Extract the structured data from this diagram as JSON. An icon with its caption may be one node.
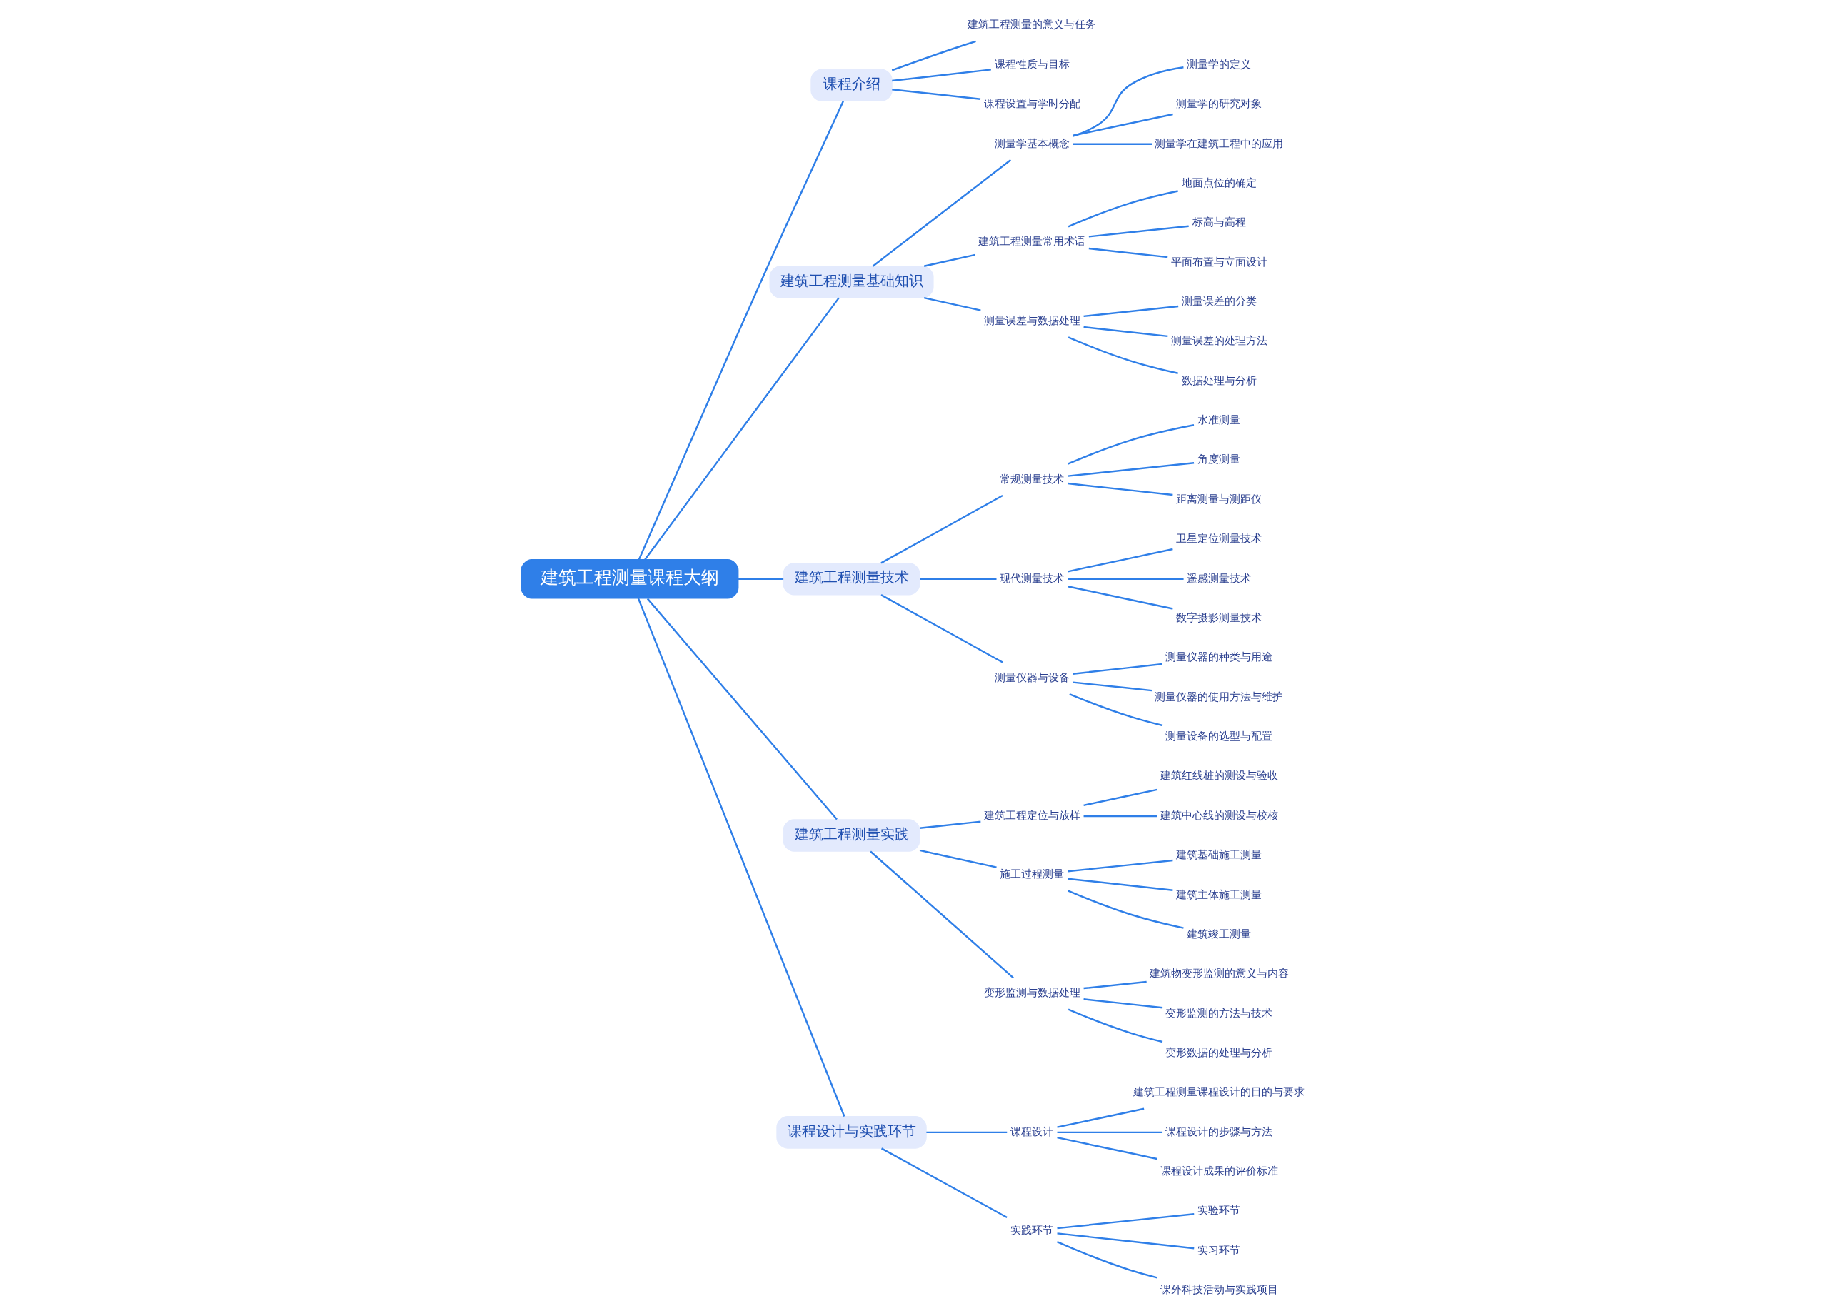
{
  "diagram": {
    "nodes": [
      {
        "text": [
          "建筑工程测量课程大纲"
        ]
      },
      {
        "text": [
          "课程介绍"
        ]
      },
      {
        "text": [
          "建筑工程测量的意义与任务"
        ]
      },
      {
        "text": [
          "课程性质与目标"
        ]
      },
      {
        "text": [
          "课程设置与学时分配"
        ]
      },
      {
        "text": [
          "建筑工程测量基础知识"
        ]
      },
      {
        "text": [
          "测量学基本概念"
        ]
      },
      {
        "text": [
          "测量学的定义"
        ]
      },
      {
        "text": [
          "测量学的研究对象"
        ]
      },
      {
        "text": [
          "测量学在建筑工程中的应用"
        ]
      },
      {
        "text": [
          "建筑工程测量常用术语"
        ]
      },
      {
        "text": [
          "地面点位的确定"
        ]
      },
      {
        "text": [
          "标高与高程"
        ]
      },
      {
        "text": [
          "平面布置与立面设计"
        ]
      },
      {
        "text": [
          "测量误差与数据处理"
        ]
      },
      {
        "text": [
          "测量误差的分类"
        ]
      },
      {
        "text": [
          "测量误差的处理方法"
        ]
      },
      {
        "text": [
          "数据处理与分析"
        ]
      },
      {
        "text": [
          "建筑工程测量技术"
        ]
      },
      {
        "text": [
          "常规测量技术"
        ]
      },
      {
        "text": [
          "水准测量"
        ]
      },
      {
        "text": [
          "角度测量"
        ]
      },
      {
        "text": [
          "距离测量与测距仪"
        ]
      },
      {
        "text": [
          "现代测量技术"
        ]
      },
      {
        "text": [
          "卫星定位测量技术"
        ]
      },
      {
        "text": [
          "遥感测量技术"
        ]
      },
      {
        "text": [
          "数字摄影测量技术"
        ]
      },
      {
        "text": [
          "测量仪器与设备"
        ]
      },
      {
        "text": [
          "测量仪器的种类与用途"
        ]
      },
      {
        "text": [
          "测量仪器的使用方法与维护"
        ]
      },
      {
        "text": [
          "测量设备的选型与配置"
        ]
      },
      {
        "text": [
          "建筑工程测量实践"
        ]
      },
      {
        "text": [
          "建筑工程定位与放样"
        ]
      },
      {
        "text": [
          "建筑红线桩的测设与验收"
        ]
      },
      {
        "text": [
          "建筑中心线的测设与校核"
        ]
      },
      {
        "text": [
          "施工过程测量"
        ]
      },
      {
        "text": [
          "建筑基础施工测量"
        ]
      },
      {
        "text": [
          "建筑主体施工测量"
        ]
      },
      {
        "text": [
          "建筑竣工测量"
        ]
      },
      {
        "text": [
          "变形监测与数据处理"
        ]
      },
      {
        "text": [
          "建筑物变形监测的意义与内容"
        ]
      },
      {
        "text": [
          "变形监测的方法与技术"
        ]
      },
      {
        "text": [
          "变形数据的处理与分析"
        ]
      },
      {
        "text": [
          "课程设计与实践环节"
        ]
      },
      {
        "text": [
          "课程设计"
        ]
      },
      {
        "text": [
          "建筑工程测量课程设计的目的与要求"
        ]
      },
      {
        "text": [
          "课程设计的步骤与方法"
        ]
      },
      {
        "text": [
          "课程设计成果的评价标准"
        ]
      },
      {
        "text": [
          "实践环节"
        ]
      },
      {
        "text": [
          "实验环节"
        ]
      },
      {
        "text": [
          "实习环节"
        ]
      },
      {
        "text": [
          "课外科技活动与实践项目"
        ]
      }
    ],
    "edges": [
      {
        "from": 0,
        "to": 1,
        "arrow": "none"
      },
      {
        "from": 1,
        "to": 2,
        "arrow": "none"
      },
      {
        "from": 1,
        "to": 3,
        "arrow": "none"
      },
      {
        "from": 1,
        "to": 4,
        "arrow": "none"
      },
      {
        "from": 0,
        "to": 5,
        "arrow": "none"
      },
      {
        "from": 5,
        "to": 6,
        "arrow": "none"
      },
      {
        "from": 6,
        "to": 7,
        "arrow": "none"
      },
      {
        "from": 6,
        "to": 8,
        "arrow": "none"
      },
      {
        "from": 6,
        "to": 9,
        "arrow": "none"
      },
      {
        "from": 5,
        "to": 10,
        "arrow": "none"
      },
      {
        "from": 10,
        "to": 11,
        "arrow": "none"
      },
      {
        "from": 10,
        "to": 12,
        "arrow": "none"
      },
      {
        "from": 10,
        "to": 13,
        "arrow": "none"
      },
      {
        "from": 5,
        "to": 14,
        "arrow": "none"
      },
      {
        "from": 14,
        "to": 15,
        "arrow": "none"
      },
      {
        "from": 14,
        "to": 16,
        "arrow": "none"
      },
      {
        "from": 14,
        "to": 17,
        "arrow": "none"
      },
      {
        "from": 0,
        "to": 18,
        "arrow": "none"
      },
      {
        "from": 18,
        "to": 19,
        "arrow": "none"
      },
      {
        "from": 19,
        "to": 20,
        "arrow": "none"
      },
      {
        "from": 19,
        "to": 21,
        "arrow": "none"
      },
      {
        "from": 19,
        "to": 22,
        "arrow": "none"
      },
      {
        "from": 18,
        "to": 23,
        "arrow": "none"
      },
      {
        "from": 23,
        "to": 24,
        "arrow": "none"
      },
      {
        "from": 23,
        "to": 25,
        "arrow": "none"
      },
      {
        "from": 23,
        "to": 26,
        "arrow": "none"
      },
      {
        "from": 18,
        "to": 27,
        "arrow": "none"
      },
      {
        "from": 27,
        "to": 28,
        "arrow": "none"
      },
      {
        "from": 27,
        "to": 29,
        "arrow": "none"
      },
      {
        "from": 27,
        "to": 30,
        "arrow": "none"
      },
      {
        "from": 0,
        "to": 31,
        "arrow": "none"
      },
      {
        "from": 31,
        "to": 32,
        "arrow": "none"
      },
      {
        "from": 32,
        "to": 33,
        "arrow": "none"
      },
      {
        "from": 32,
        "to": 34,
        "arrow": "none"
      },
      {
        "from": 31,
        "to": 35,
        "arrow": "none"
      },
      {
        "from": 35,
        "to": 36,
        "arrow": "none"
      },
      {
        "from": 35,
        "to": 37,
        "arrow": "none"
      },
      {
        "from": 35,
        "to": 38,
        "arrow": "none"
      },
      {
        "from": 31,
        "to": 39,
        "arrow": "none"
      },
      {
        "from": 39,
        "to": 40,
        "arrow": "none"
      },
      {
        "from": 39,
        "to": 41,
        "arrow": "none"
      },
      {
        "from": 39,
        "to": 42,
        "arrow": "none"
      },
      {
        "from": 0,
        "to": 43,
        "arrow": "none"
      },
      {
        "from": 43,
        "to": 44,
        "arrow": "none"
      },
      {
        "from": 44,
        "to": 45,
        "arrow": "none"
      },
      {
        "from": 44,
        "to": 46,
        "arrow": "none"
      },
      {
        "from": 44,
        "to": 47,
        "arrow": "none"
      },
      {
        "from": 43,
        "to": 48,
        "arrow": "none"
      },
      {
        "from": 48,
        "to": 49,
        "arrow": "none"
      },
      {
        "from": 48,
        "to": 50,
        "arrow": "none"
      },
      {
        "from": 48,
        "to": 51,
        "arrow": "none"
      }
    ]
  }
}
